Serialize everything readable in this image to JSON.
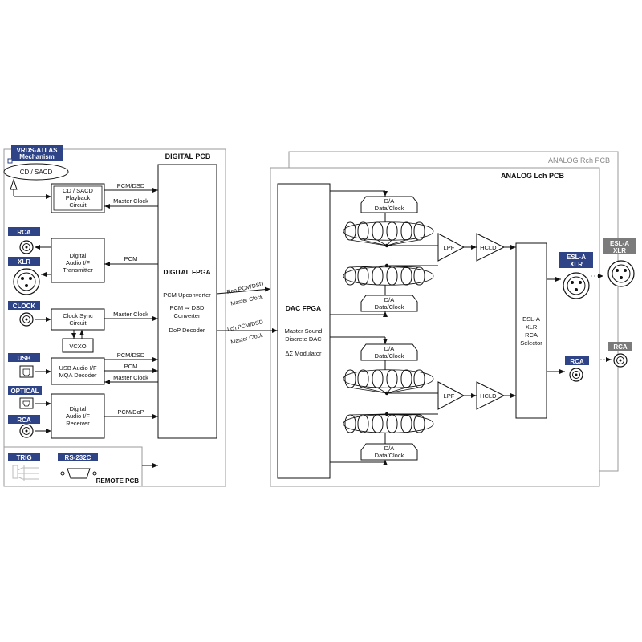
{
  "colors": {
    "badge": "#2f4387",
    "badge_gray": "#7b7b7b",
    "line": "#111111",
    "panel_border": "#9a9a9a"
  },
  "mechanism": {
    "title1": "VRDS-ATLAS",
    "title2": "Mechanism",
    "disc": "CD / SACD"
  },
  "cd_playback": {
    "line1": "CD / SACD",
    "line2": "Playback",
    "line3": "Circuit"
  },
  "digital_pcb": {
    "label": "DIGITAL PCB"
  },
  "digital_fpga": {
    "title": "DIGITAL FPGA",
    "l1": "PCM Upconverter",
    "l2": "PCM ⇒ DSD",
    "l3": "Converter",
    "l4": "DoP Decoder"
  },
  "inputs": {
    "rca": "RCA",
    "xlr": "XLR",
    "clock": "CLOCK",
    "usb": "USB",
    "optical": "OPTICAL",
    "rca2": "RCA"
  },
  "transmitter": {
    "l1": "Digital",
    "l2": "Audio I/F",
    "l3": "Transmitter"
  },
  "clock_sync": {
    "l1": "Clock Sync",
    "l2": "Circuit",
    "vcxo": "VCXO"
  },
  "usb_box": {
    "l1": "USB Audio I/F",
    "l2": "MQA Decoder"
  },
  "receiver": {
    "l1": "Digital",
    "l2": "Audio I/F",
    "l3": "Receiver"
  },
  "signals": {
    "pcm_dsd_top": "PCM/DSD",
    "master_clock_top": "Master Clock",
    "pcm_out": "PCM",
    "master_clock_sync": "Master Clock",
    "usb_pcm_dsd": "PCM/DSD",
    "usb_pcm": "PCM",
    "usb_master_clock": "Master Clock",
    "pcm_dop": "PCM/DoP",
    "rch_pcm_dsd": "Rch PCM/DSD",
    "rch_master_clock": "Master Clock",
    "lch_pcm_dsd": "Lch PCM/DSD",
    "lch_master_clock": "Master Clock"
  },
  "remote": {
    "trig": "TRIG",
    "rs232c": "RS-232C",
    "label": "REMOTE PCB"
  },
  "analog_rch": {
    "label": "ANALOG Rch PCB"
  },
  "analog_lch": {
    "label": "ANALOG Lch PCB"
  },
  "dac_fpga": {
    "title": "DAC FPGA",
    "l1": "Master Sound",
    "l2": "Discrete DAC",
    "l3": "ΔΣ Modulator"
  },
  "da_clock": {
    "l1": "D/A",
    "l2": "Data/Clock"
  },
  "filters": {
    "lpf": "LPF",
    "hcld": "HCLD"
  },
  "selector": {
    "l1": "ESL-A",
    "l2": "XLR",
    "l3": "RCA",
    "l4": "Selector"
  },
  "outputs": {
    "esl_a": "ESL-A",
    "xlr": "XLR",
    "rca": "RCA",
    "gray_esl_a": "ESL-A",
    "gray_xlr": "XLR",
    "gray_rca": "RCA"
  }
}
